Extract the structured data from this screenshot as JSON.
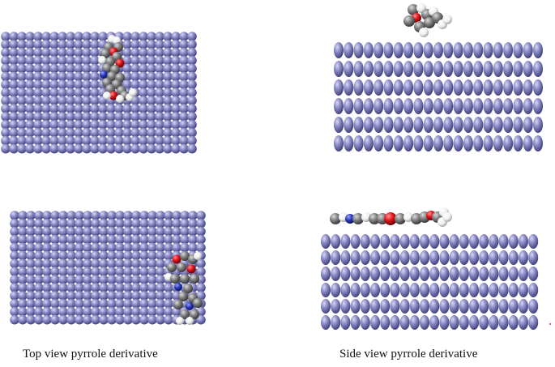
{
  "figure": {
    "captions": {
      "top_view": "Top view pyrrole derivative",
      "side_view": "Side view pyrrole derivative"
    },
    "panels": [
      {
        "id": "top-view-upper",
        "view": "top"
      },
      {
        "id": "side-view-upper",
        "view": "side"
      },
      {
        "id": "top-view-lower",
        "view": "top"
      },
      {
        "id": "side-view-lower",
        "view": "side"
      }
    ],
    "colors": {
      "surface_atom": "#8c8cc8",
      "surface_atom_dark": "#4a4a88",
      "carbon": "#7c7c7c",
      "oxygen": "#e0141c",
      "nitrogen": "#2a3ab8",
      "hydrogen": "#f2f2f2"
    }
  }
}
